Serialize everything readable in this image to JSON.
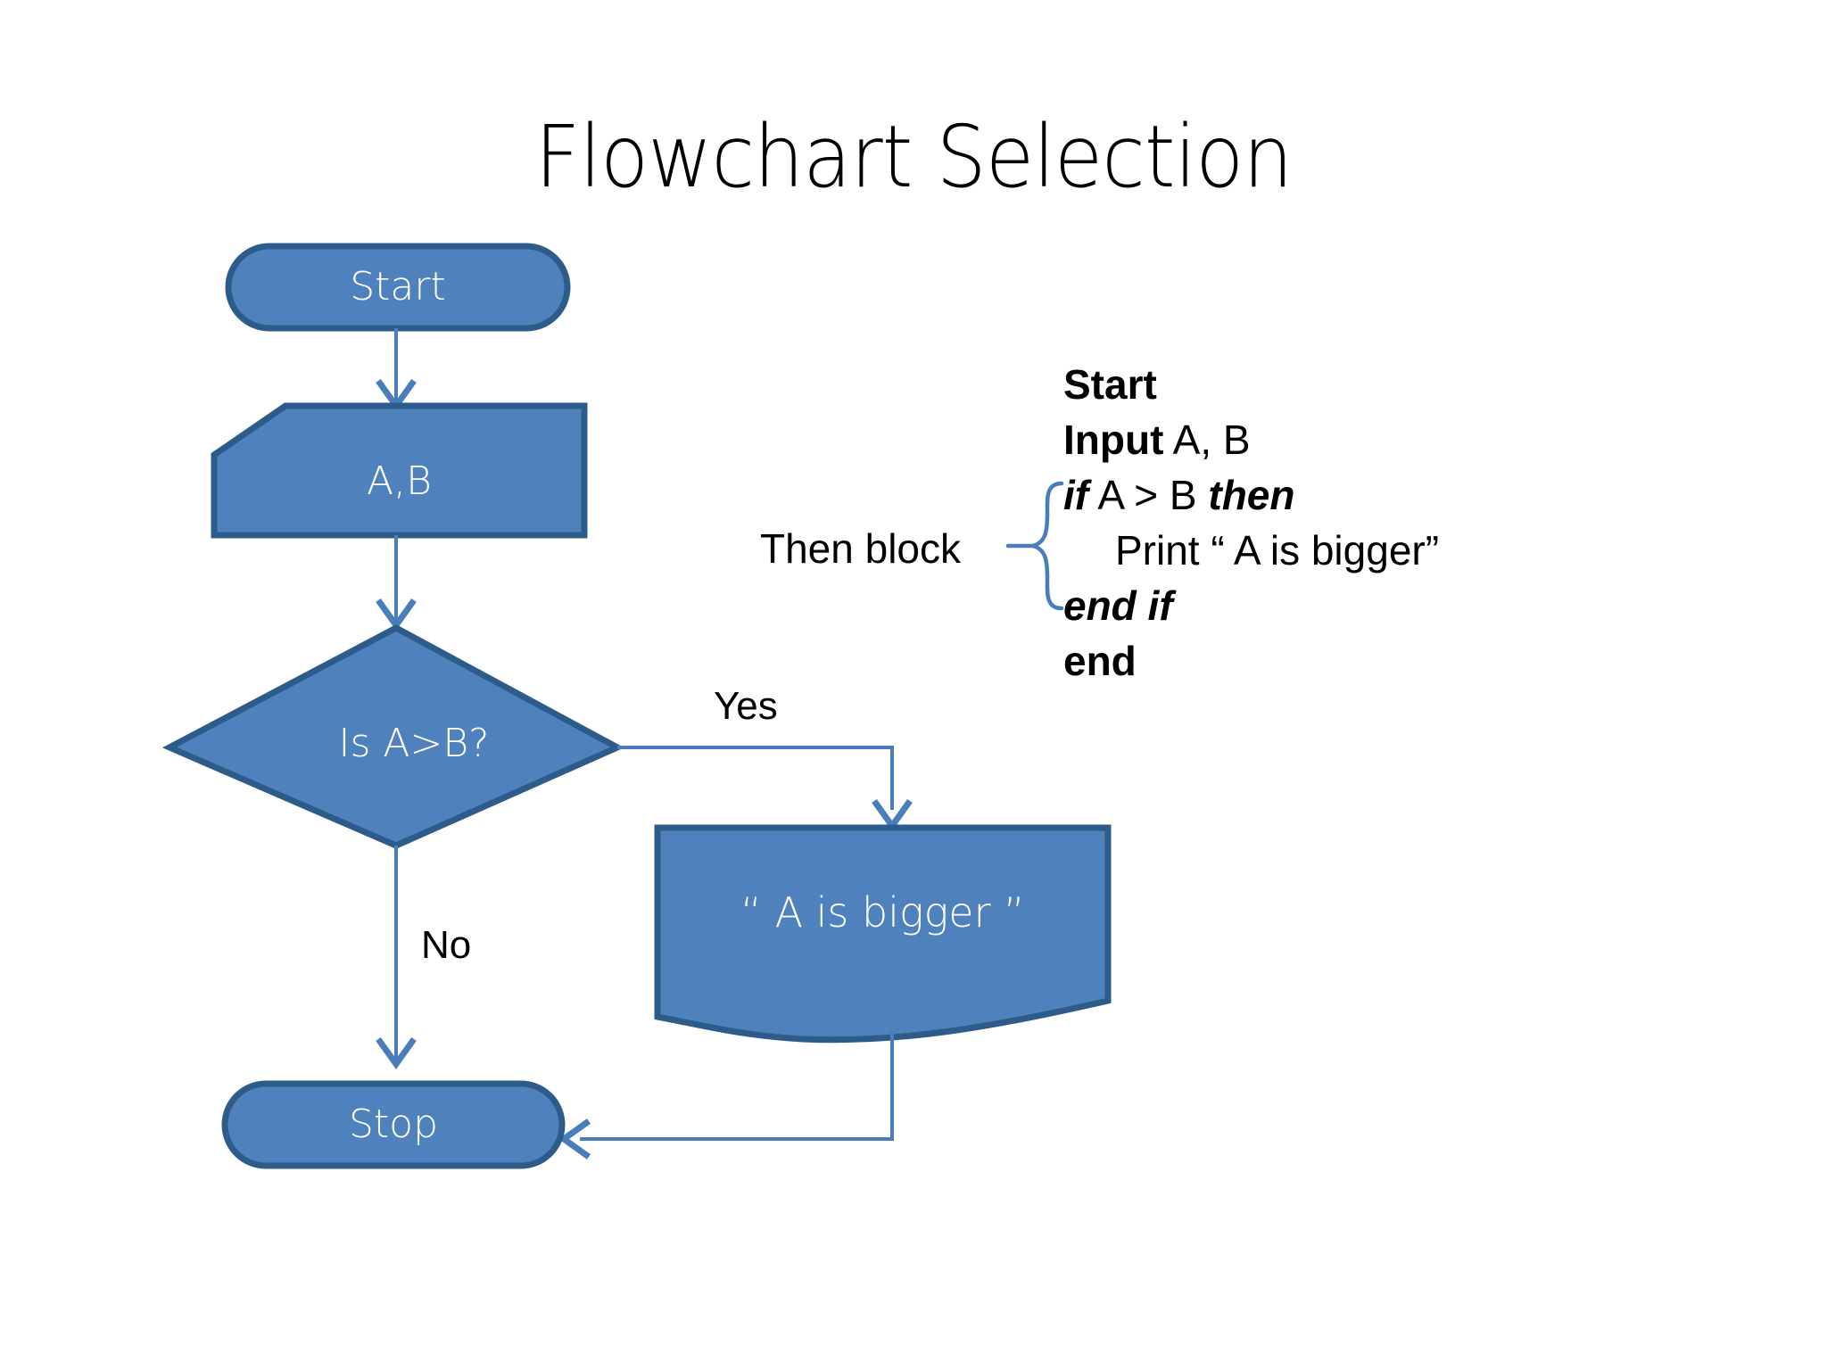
{
  "title": "Flowchart Selection",
  "colors": {
    "shape_fill": "#4F81BD",
    "shape_stroke": "#2E5C8A",
    "connector": "#4A7EBB",
    "brace": "#4A7EBB",
    "shape_text": "#FFFFFF",
    "label_text": "#000000",
    "background": "#FFFFFF"
  },
  "flowchart": {
    "nodes": [
      {
        "id": "start",
        "type": "terminator",
        "label": "Start"
      },
      {
        "id": "input",
        "type": "manual-input",
        "label": "A,B"
      },
      {
        "id": "decision",
        "type": "decision",
        "label": "Is A>B?"
      },
      {
        "id": "print",
        "type": "document",
        "label": "“ A is bigger ”"
      },
      {
        "id": "stop",
        "type": "terminator",
        "label": "Stop"
      }
    ],
    "edges": [
      {
        "from": "start",
        "to": "input",
        "label": ""
      },
      {
        "from": "input",
        "to": "decision",
        "label": ""
      },
      {
        "from": "decision",
        "to": "print",
        "label": "Yes"
      },
      {
        "from": "decision",
        "to": "stop",
        "label": "No"
      },
      {
        "from": "print",
        "to": "stop",
        "label": ""
      }
    ]
  },
  "pseudocode": {
    "bracket_label": "Then block",
    "lines": [
      {
        "segments": [
          {
            "text": "Start",
            "style": "bold"
          }
        ],
        "indent": false
      },
      {
        "segments": [
          {
            "text": "Input",
            "style": "bold"
          },
          {
            "text": " A, B",
            "style": "plain"
          }
        ],
        "indent": false
      },
      {
        "segments": [
          {
            "text": "if",
            "style": "bold-italic"
          },
          {
            "text": " A > B ",
            "style": "plain"
          },
          {
            "text": "then",
            "style": "bold-italic"
          }
        ],
        "indent": false
      },
      {
        "segments": [
          {
            "text": "Print “ A is bigger”",
            "style": "plain"
          }
        ],
        "indent": true
      },
      {
        "segments": [
          {
            "text": "end if",
            "style": "bold-italic"
          }
        ],
        "indent": false
      },
      {
        "segments": [
          {
            "text": "end",
            "style": "bold"
          }
        ],
        "indent": false
      }
    ]
  }
}
